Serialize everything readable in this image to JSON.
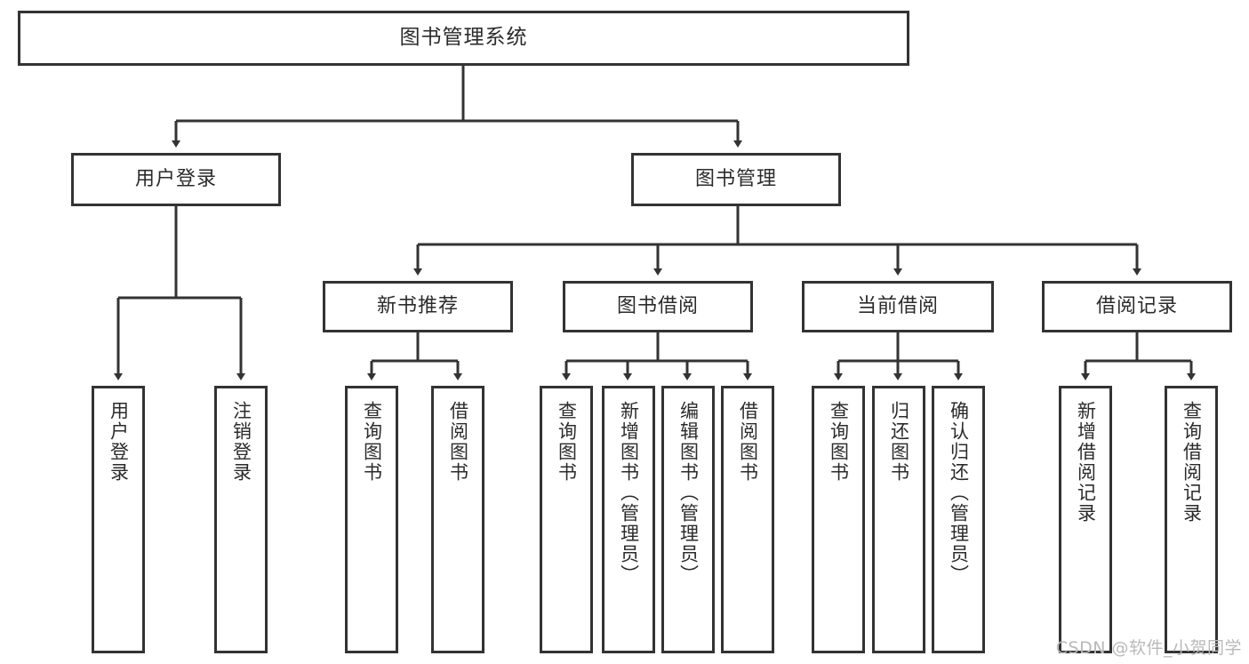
{
  "diagram": {
    "type": "tree",
    "title": "图书管理系统",
    "watermark": "CSDN @软件_小贺同学",
    "colors": {
      "background": "#ffffff",
      "border": "#333333",
      "text": "#2b2b2b",
      "watermark": "#b9b9b9"
    },
    "nodes": {
      "root": {
        "label": "图书管理系统"
      },
      "level1": [
        {
          "label": "用户登录"
        },
        {
          "label": "图书管理"
        }
      ],
      "level2": [
        {
          "label": "新书推荐"
        },
        {
          "label": "图书借阅"
        },
        {
          "label": "当前借阅"
        },
        {
          "label": "借阅记录"
        }
      ],
      "leaves": [
        {
          "label": "用户登录"
        },
        {
          "label": "注销登录"
        },
        {
          "label": "查询图书"
        },
        {
          "label": "借阅图书"
        },
        {
          "label": "查询图书"
        },
        {
          "label": "新增图书（管理员）"
        },
        {
          "label": "编辑图书（管理员）"
        },
        {
          "label": "借阅图书"
        },
        {
          "label": "查询图书"
        },
        {
          "label": "归还图书"
        },
        {
          "label": "确认归还（管理员）"
        },
        {
          "label": "新增借阅记录"
        },
        {
          "label": "查询借阅记录"
        }
      ]
    }
  }
}
